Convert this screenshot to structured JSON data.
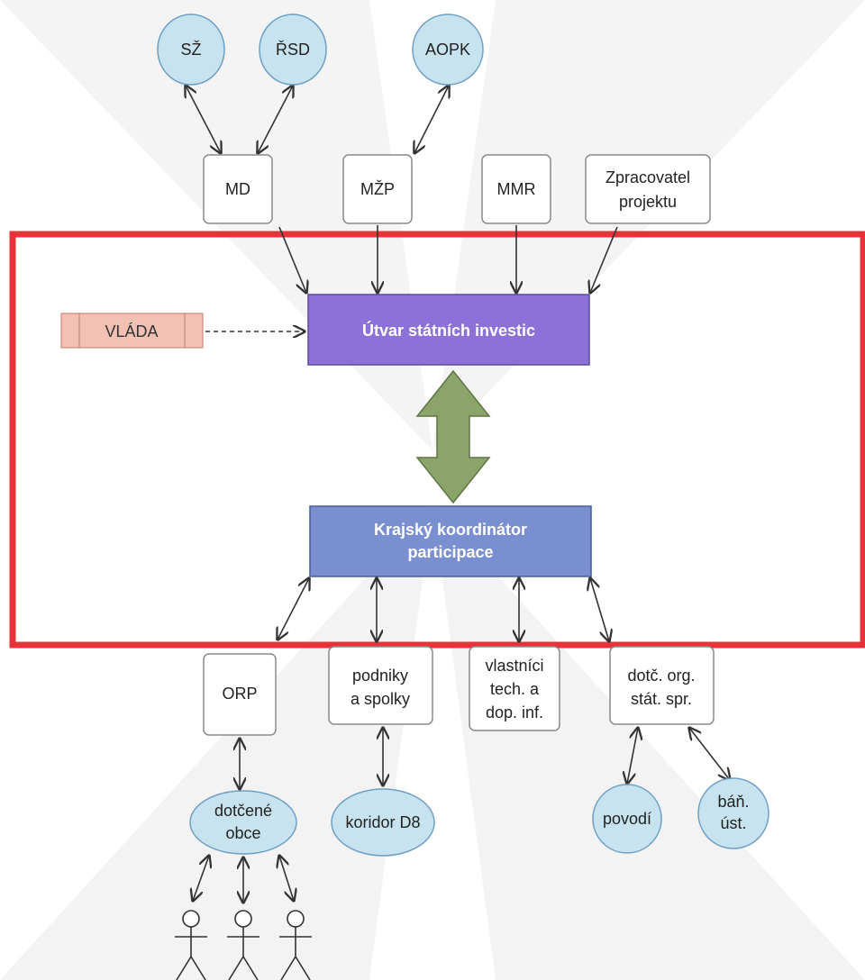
{
  "top_ellipses": {
    "sz": "SŽ",
    "rsd": "ŘSD",
    "aopk": "AOPK"
  },
  "ministries": {
    "md": "MD",
    "mzp": "MŽP",
    "mmr": "MMR",
    "zpracovatel": [
      "Zpracovatel",
      "projektu"
    ]
  },
  "vlada": "VLÁDA",
  "utvar": "Útvar státních investic",
  "koordinator": [
    "Krajský koordinátor",
    "participace"
  ],
  "bottom_boxes": {
    "orp": "ORP",
    "podniky": [
      "podniky",
      "a spolky"
    ],
    "vlastnici": [
      "vlastníci",
      "tech. a",
      "dop. inf."
    ],
    "dotc_org": [
      "dotč. org.",
      "stát. spr."
    ]
  },
  "bottom_ellipses": {
    "obce": [
      "dotčené",
      "obce"
    ],
    "koridor": "koridor D8",
    "povodi": "povodí",
    "banske": [
      "báň.",
      "úst."
    ]
  },
  "colors": {
    "ellipse_fill": "#c6e3ef",
    "ellipse_stroke": "#6f9fc4",
    "box_stroke": "#8a8a8a",
    "frame": "#e8323a",
    "utvar_fill": "#8c72d8",
    "koordinator_fill": "#7a8fd0",
    "big_arrow": "#8aa46a",
    "vlada_fill": "#f3c0b4"
  }
}
